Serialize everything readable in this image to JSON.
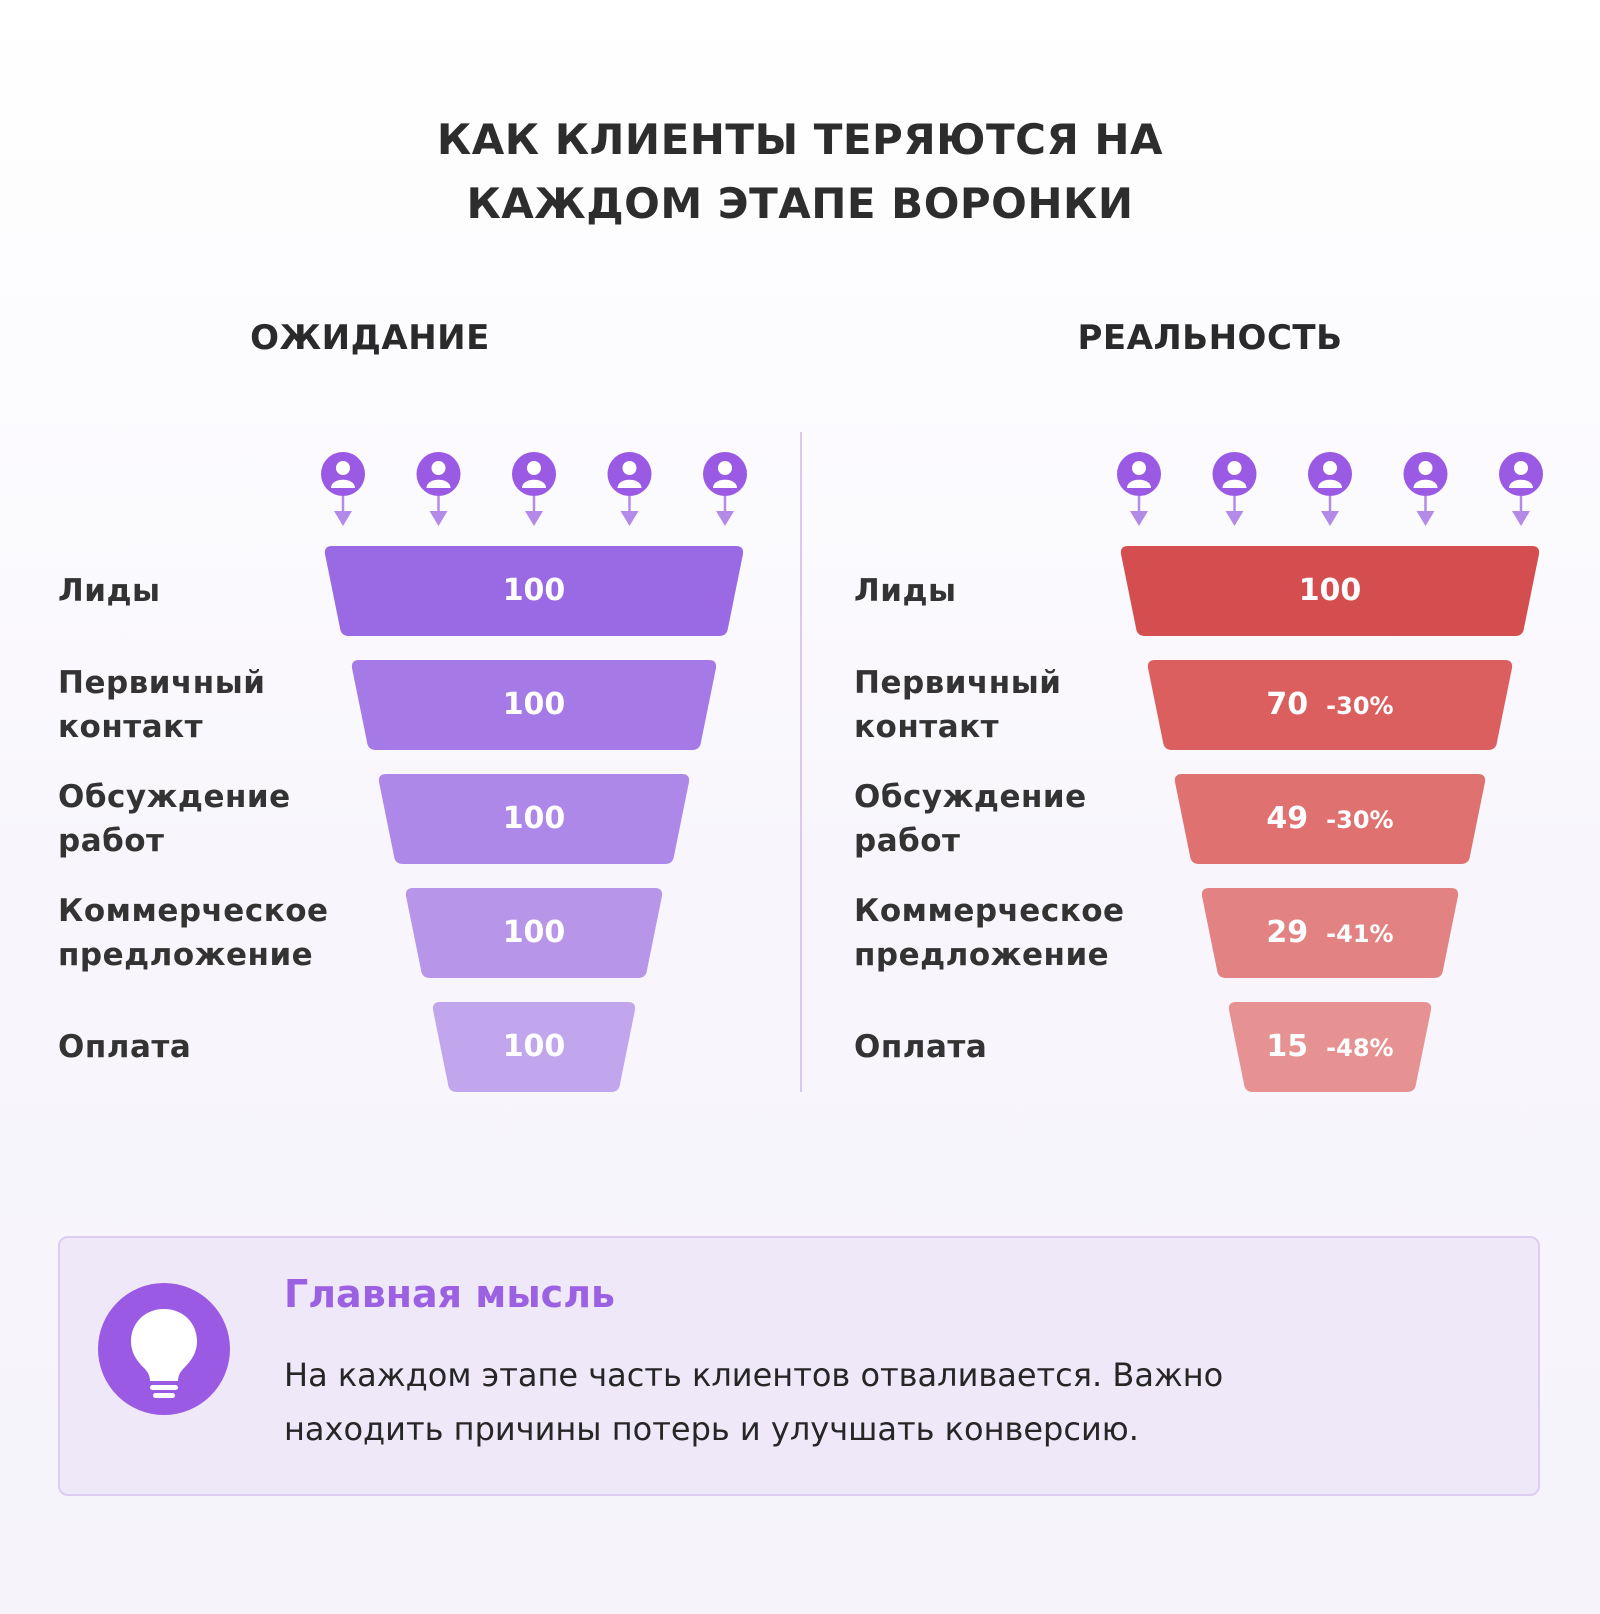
{
  "title": {
    "line1": "КАК КЛИЕНТЫ ТЕРЯЮТСЯ НА",
    "line2": "КАЖДОМ ЭТАПЕ ВОРОНКИ"
  },
  "expectation": {
    "heading": "ОЖИДАНИЕ",
    "color": "#9b69e3",
    "stages": [
      {
        "label_lines": [
          "Лиды"
        ],
        "value": "100",
        "fill": "#9a6ae4"
      },
      {
        "label_lines": [
          "Первичный",
          "контакт"
        ],
        "value": "100",
        "fill": "#a67ae6"
      },
      {
        "label_lines": [
          "Обсуждение",
          "работ"
        ],
        "value": "100",
        "fill": "#ae88e9"
      },
      {
        "label_lines": [
          "Коммерческое",
          "предложение"
        ],
        "value": "100",
        "fill": "#b796ea"
      },
      {
        "label_lines": [
          "Оплата"
        ],
        "value": "100",
        "fill": "#c1a6ee"
      }
    ]
  },
  "reality": {
    "heading": "РЕАЛЬНОСТЬ",
    "color": "#d44c50",
    "stages": [
      {
        "label_lines": [
          "Лиды"
        ],
        "value": "100",
        "change": "",
        "fill": "#d44e50"
      },
      {
        "label_lines": [
          "Первичный",
          "контакт"
        ],
        "value": "70",
        "change": "-30%",
        "fill": "#dc5f60"
      },
      {
        "label_lines": [
          "Обсуждение",
          "работ"
        ],
        "value": "49",
        "change": "-30%",
        "fill": "#df7171"
      },
      {
        "label_lines": [
          "Коммерческое",
          "предложение"
        ],
        "value": "29",
        "change": "-41%",
        "fill": "#e38282"
      },
      {
        "label_lines": [
          "Оплата"
        ],
        "value": "15",
        "change": "-48%",
        "fill": "#e69293"
      }
    ]
  },
  "user_icons": {
    "count": 5,
    "icon": "user-icon",
    "color": "#9a5ae3",
    "arrow_color": "#b48ae9"
  },
  "insight": {
    "icon": "lightbulb-icon",
    "title": "Главная мысль",
    "text_line1": "На каждом этапе часть клиентов отваливается. Важно",
    "text_line2": "находить причины потерь и улучшать конверсию."
  }
}
